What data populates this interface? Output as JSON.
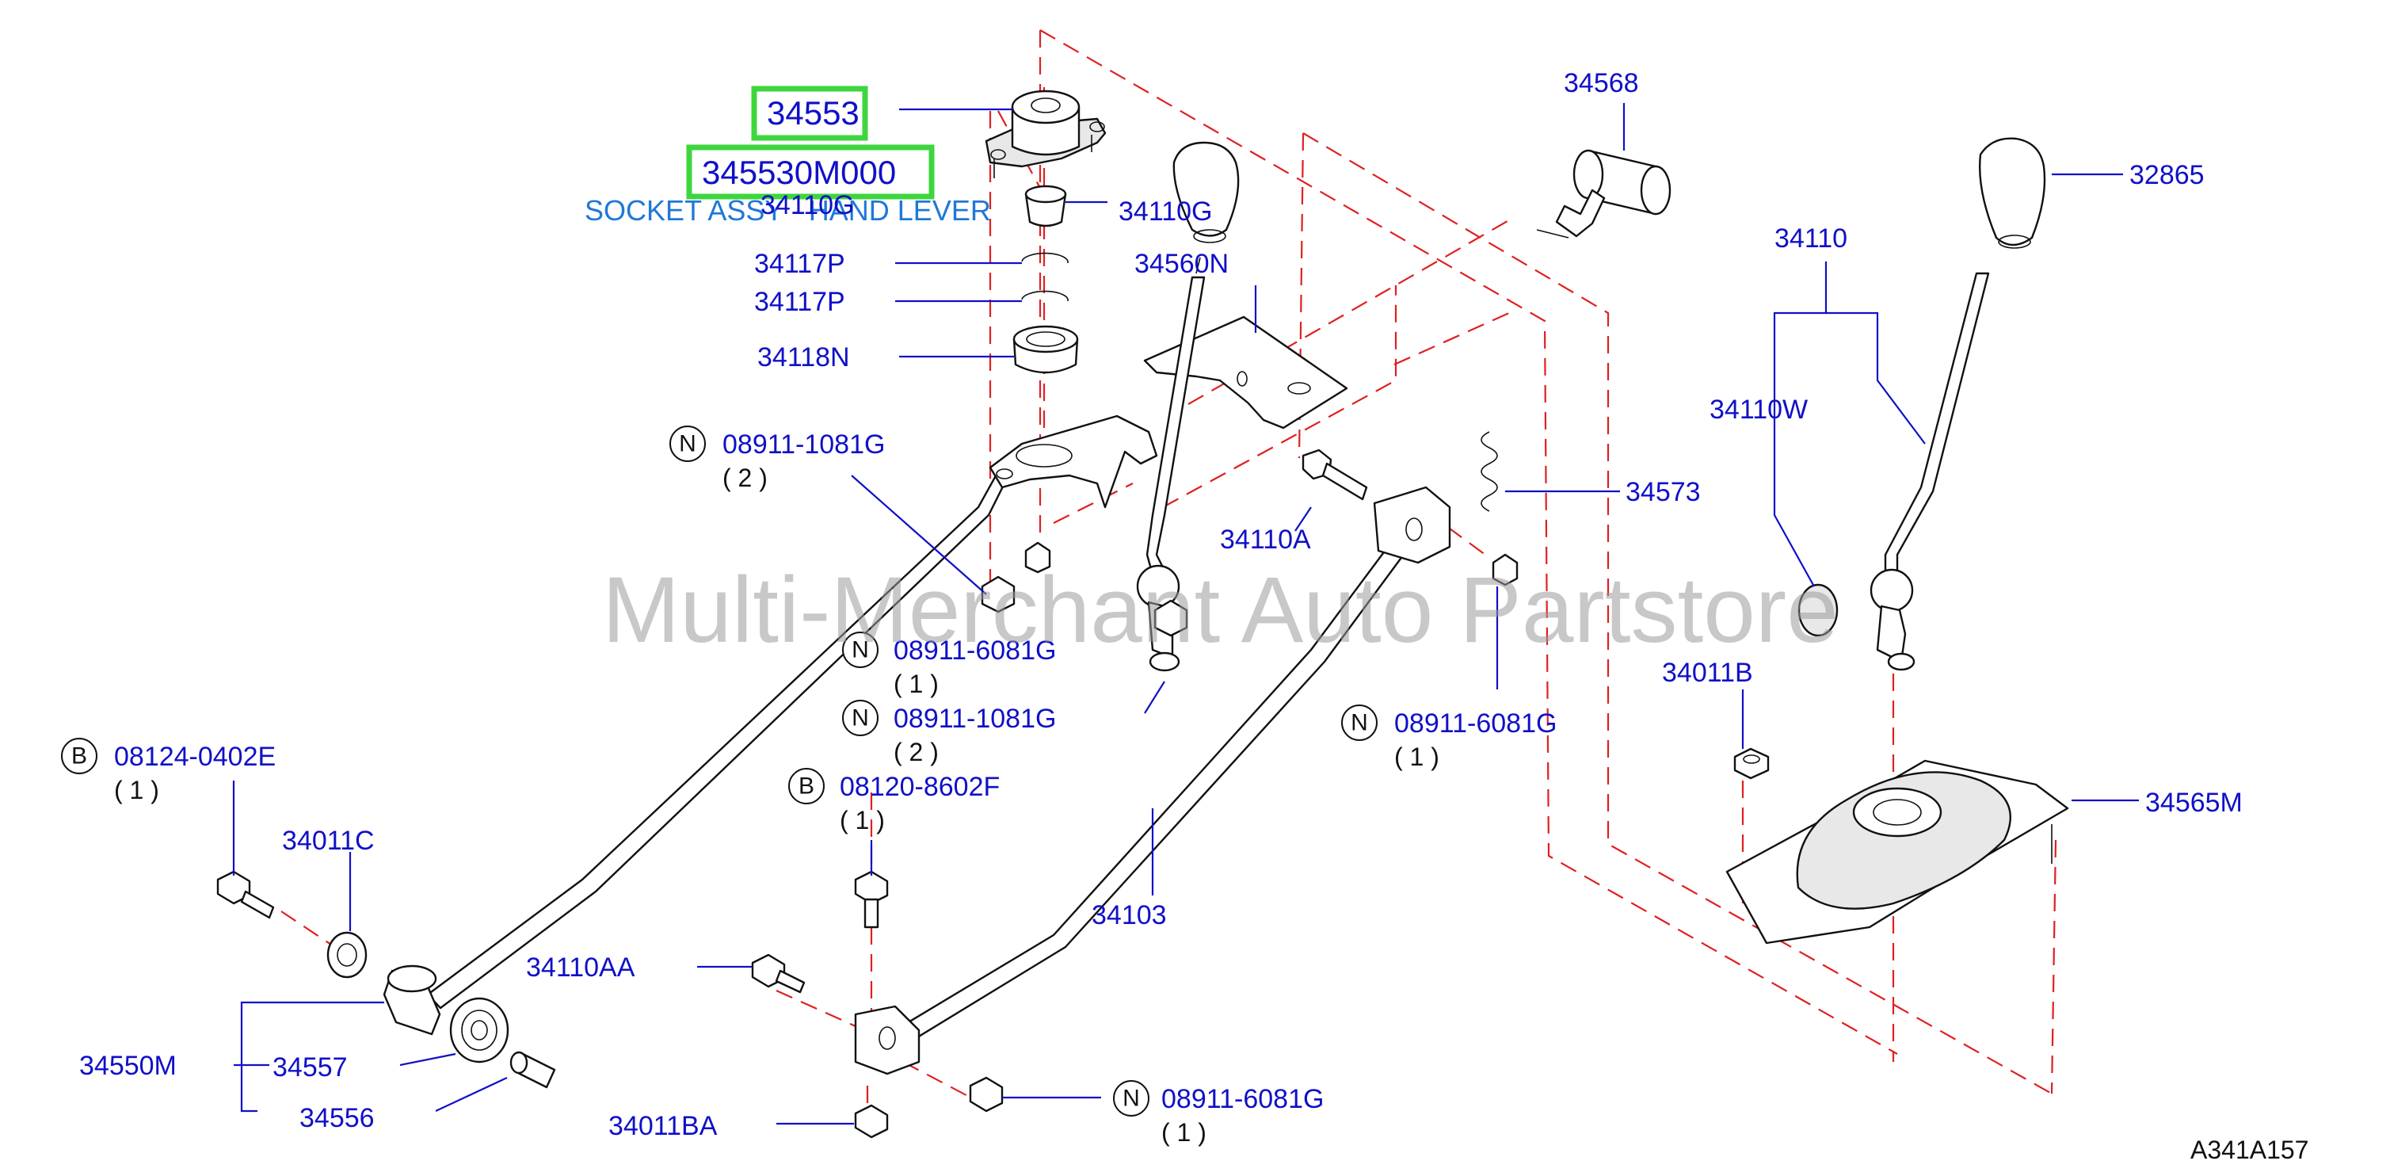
{
  "watermark": "Multi-Merchant Auto Partstore",
  "diagram_id": "A341A157",
  "highlight": {
    "part_number": "34553",
    "oem_number": "345530M000",
    "description": "SOCKET ASSY - HAND LEVER"
  },
  "callouts": {
    "p34110G_a": "34110G",
    "p34110G_b": "34110G",
    "p34117P_a": "34117P",
    "p34117P_b": "34117P",
    "p34118N": "34118N",
    "p34568": "34568",
    "p32865": "32865",
    "p34110": "34110",
    "p34110W": "34110W",
    "p34560N": "34560N",
    "p34573": "34573",
    "p34110A": "34110A",
    "p34011B": "34011B",
    "p34565M": "34565M",
    "p34011C": "34011C",
    "p34103": "34103",
    "p34110AA": "34110AA",
    "p34550M": "34550M",
    "p34557": "34557",
    "p34556": "34556",
    "p34011BA": "34011BA"
  },
  "fasteners": {
    "f1": {
      "prefix": "N",
      "number": "08911-1081G",
      "qty": "( 2 )"
    },
    "f2": {
      "prefix": "N",
      "number": "08911-6081G",
      "qty": "( 1 )"
    },
    "f3": {
      "prefix": "N",
      "number": "08911-1081G",
      "qty": "( 2 )"
    },
    "f4": {
      "prefix": "B",
      "number": "08120-8602F",
      "qty": "( 1 )"
    },
    "f5": {
      "prefix": "N",
      "number": "08911-6081G",
      "qty": "( 1 )"
    },
    "f6": {
      "prefix": "B",
      "number": "08124-0402E",
      "qty": "( 1 )"
    },
    "f7": {
      "prefix": "N",
      "number": "08911-6081G",
      "qty": "( 1 )"
    }
  }
}
